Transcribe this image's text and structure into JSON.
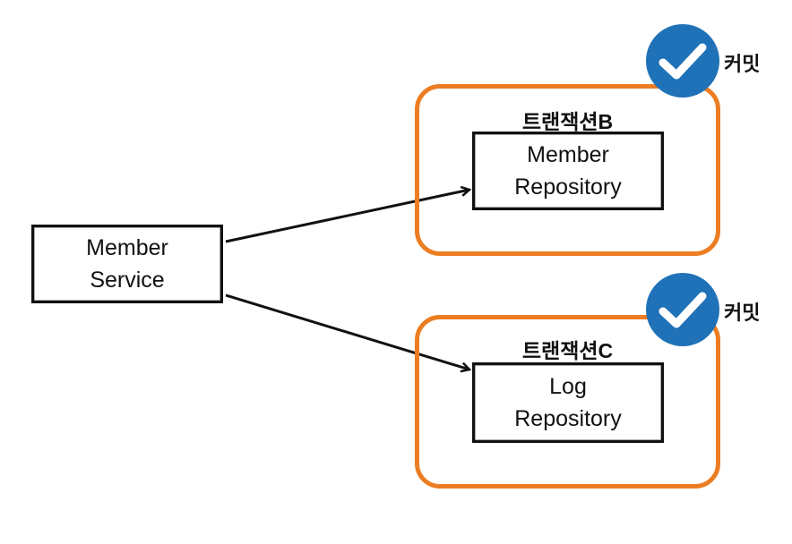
{
  "member_service": {
    "line1": "Member",
    "line2": "Service"
  },
  "transactions": [
    {
      "title": "트랜잭션B",
      "repo": {
        "line1": "Member",
        "line2": "Repository"
      },
      "status": "커밋"
    },
    {
      "title": "트랜잭션C",
      "repo": {
        "line1": "Log",
        "line2": "Repository"
      },
      "status": "커밋"
    }
  ],
  "colors": {
    "transaction_border": "#ED7D22",
    "check_fill": "#1F72B8",
    "box_border": "#111111"
  },
  "icons": {
    "commit_marker": "checkmark-circle-icon"
  }
}
